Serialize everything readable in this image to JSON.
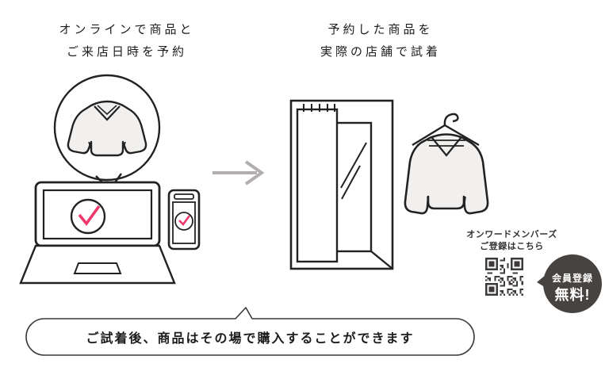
{
  "steps": [
    {
      "title_line1": "オンラインで商品と",
      "title_line2": "ご来店日時を予約"
    },
    {
      "title_line1": "予約した商品を",
      "title_line2": "実際の店舗で試着"
    }
  ],
  "membership": {
    "caption_line1": "オンワードメンバーズ",
    "caption_line2": "ご登録はこちら",
    "badge_line1": "会員登録",
    "badge_line2": "無料!"
  },
  "footer_note": "ご試着後、商品はその場で購入することができます",
  "colors": {
    "accent_pink": "#ee3a6b",
    "arrow_gray": "#b3aeae",
    "badge_dark": "#474341",
    "line_dark": "#222222",
    "sweater_fill": "#f2f0ef",
    "qr_dark": "#3e3a39"
  }
}
